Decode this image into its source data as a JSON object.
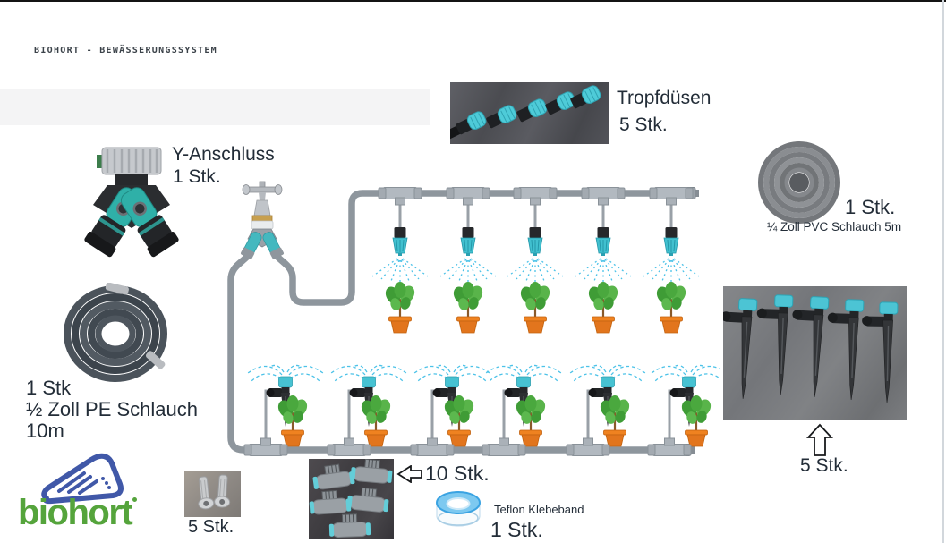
{
  "header": {
    "title": "BIOHORT - BEWÄSSERUNGSSYSTEM"
  },
  "products": {
    "tropfduesen": {
      "name": "Tropfdüsen",
      "qty": "5 Stk."
    },
    "y_anschluss": {
      "name": "Y-Anschluss",
      "qty": "1 Stk."
    },
    "pvc_schlauch": {
      "qty": "1 Stk.",
      "name": "¼ Zoll PVC Schlauch 5m"
    },
    "pe_schlauch": {
      "qty": "1 Stk",
      "name": "½ Zoll PE Schlauch",
      "length": "10m"
    },
    "spruehspiesse": {
      "qty": "5 Stk."
    },
    "duebel": {
      "qty": "5 Stk."
    },
    "t_stuecke": {
      "qty": "10 Stk."
    },
    "teflonband": {
      "name": "Teflon Klebeband",
      "qty": "1 Stk."
    }
  },
  "logo": {
    "wordmark": "biohort"
  },
  "colors": {
    "accent_teal": "#41c0cf",
    "pipe_gray": "#8e969d",
    "spray_blue": "#4cc2e8",
    "plant_green": "#4aa83e",
    "pot_orange": "#e2751d",
    "brand_blue": "#4058a8",
    "brand_green": "#55a43c"
  }
}
